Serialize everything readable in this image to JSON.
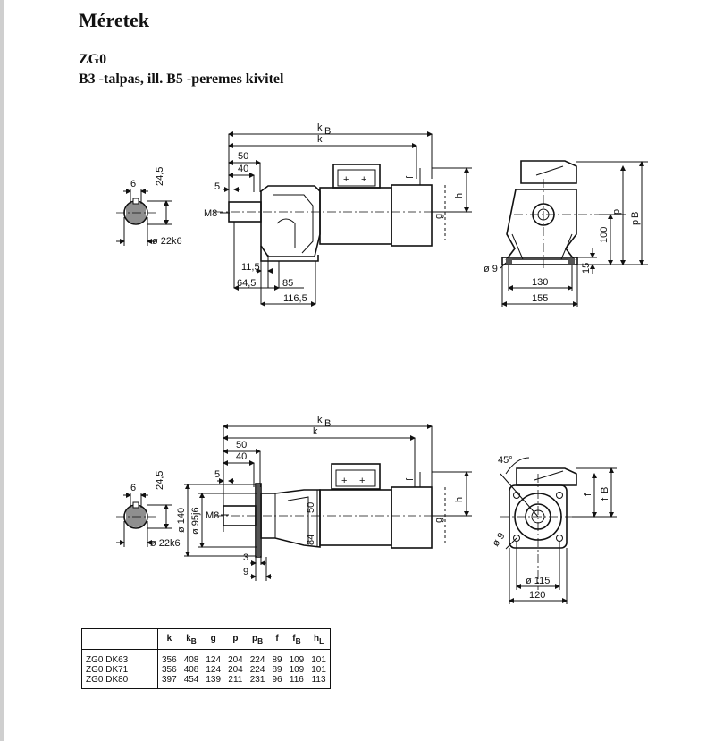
{
  "heading": "Méretek",
  "model": "ZG0",
  "variants": "B3 -talpas,  ill. B5 -peremes  kivitel",
  "drawing_labels": {
    "kb": "k",
    "kb_sub": "B",
    "k": "k",
    "d50": "50",
    "d40": "40",
    "d5": "5",
    "m8": "M8",
    "d6": "6",
    "d24_5": "24,5",
    "shaft": "ø 22k6",
    "f": "f",
    "hl": "h",
    "hl_sub": "L",
    "g": "g",
    "d11_5": "11,5",
    "d64_5": "64,5",
    "d85": "85",
    "d116_5": "116,5",
    "p": "p",
    "pb": "p",
    "pb_sub": "B",
    "d100": "100",
    "d15": "15",
    "hole9": "ø 9",
    "d130": "130",
    "d155": "155",
    "fl140": "ø 140",
    "fl95": "ø 95j6",
    "d84": "84",
    "d3": "3",
    "d9": "9",
    "a45": "45°",
    "fb": "f",
    "fb_sub": "B",
    "pcd115": "ø 115",
    "d120": "120",
    "fl_hole": "ø 9"
  },
  "table": {
    "headers": [
      "k",
      "k",
      "g",
      "p",
      "p",
      "f",
      "f",
      "h"
    ],
    "header_subs": [
      "",
      "B",
      "",
      "",
      "B",
      "",
      "B",
      "L"
    ],
    "rows": [
      {
        "label": "ZG0  DK63",
        "values": [
          "356",
          "408",
          "124",
          "204",
          "224",
          "89",
          "109",
          "101"
        ]
      },
      {
        "label": "ZG0  DK71",
        "values": [
          "356",
          "408",
          "124",
          "204",
          "224",
          "89",
          "109",
          "101"
        ]
      },
      {
        "label": "ZG0  DK80",
        "values": [
          "397",
          "454",
          "139",
          "211",
          "231",
          "96",
          "116",
          "113"
        ]
      }
    ]
  }
}
